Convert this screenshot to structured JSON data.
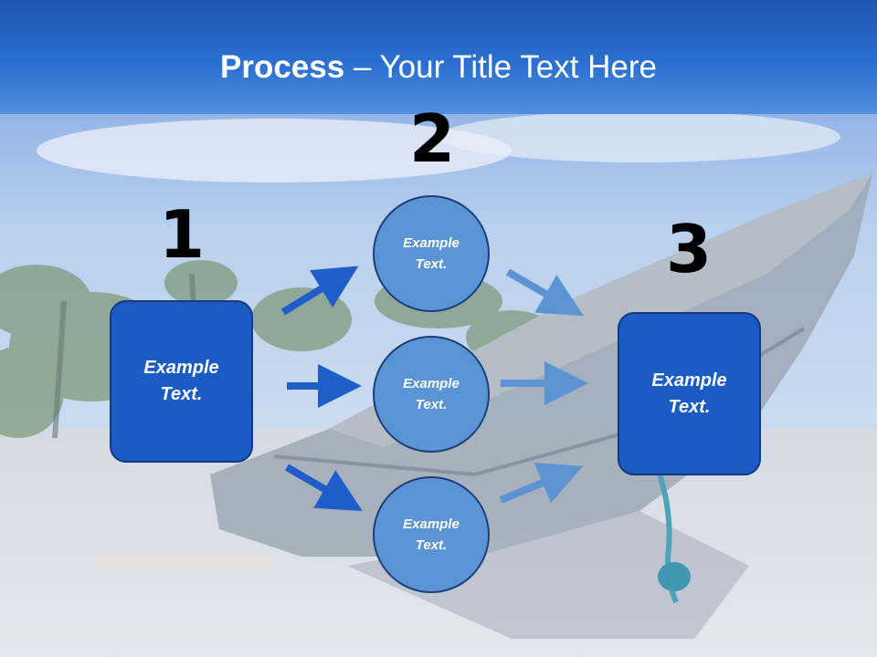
{
  "title": {
    "strong": "Process",
    "rest": " – Your Title Text Here"
  },
  "steps": [
    "1",
    "2",
    "3"
  ],
  "left_box": {
    "label": "Example Text."
  },
  "circles": [
    {
      "label": "Example Text."
    },
    {
      "label": "Example Text."
    },
    {
      "label": "Example Text."
    }
  ],
  "right_box": {
    "label": "Example Text."
  },
  "colors": {
    "title_bar": "#1e56b0",
    "box_fill": "#1a5bc4",
    "circle_fill": "#5b94d4",
    "arrow_dark": "#1f5ec8",
    "arrow_light": "#5b93d3"
  }
}
